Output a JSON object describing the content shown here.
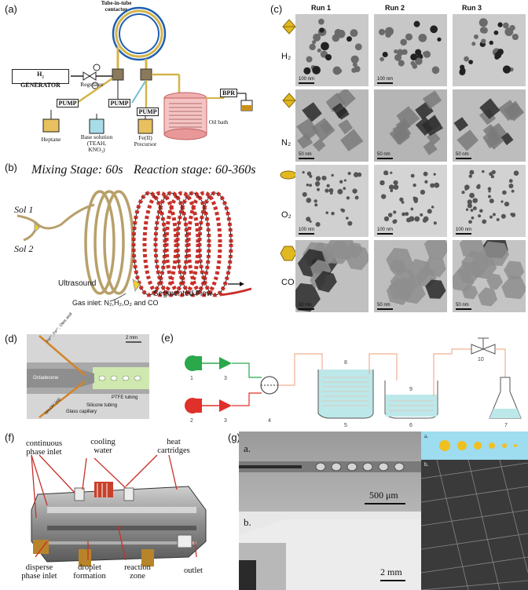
{
  "panels": {
    "a": {
      "label": "(a)",
      "contactor": "Tube-in-tube contactor",
      "generator_line1": "H",
      "generator_sub": "2",
      "generator_line2": "GENERATOR",
      "regulator": "Regulator",
      "pump1": "PUMP",
      "pump2": "PUMP",
      "pump3": "PUMP",
      "bpr": "BPR",
      "heptane": "Heptane",
      "base1": "Base solution",
      "base2": "(TEAH,",
      "base3": "KNO₃)",
      "precursor1": "Fe(II)",
      "precursor2": "Precursor",
      "oilbath": "Oil bath",
      "gauge": "P"
    },
    "b": {
      "label": "(b)",
      "mixing": "Mixing Stage: 60s",
      "reaction": "Reaction stage: 60-360s",
      "sol1": "Sol 1",
      "sol2": "Sol 2",
      "ultrasound": "Ultrasound",
      "segmented": "Segmented Flow",
      "gas_inlet": "Gas inlet: N₂,H₂,O₂ and CO"
    },
    "c": {
      "label": "(c)",
      "runs": [
        "Run 1",
        "Run 2",
        "Run 3"
      ],
      "gases": [
        "H₂",
        "N₂",
        "O₂",
        "CO"
      ],
      "scales": [
        [
          "100 nm",
          "100 nm",
          ""
        ],
        [
          "50 nm",
          "50 nm",
          "50 nm"
        ],
        [
          "100 nm",
          "100 nm",
          "100 nm"
        ],
        [
          "50 nm",
          "50 nm",
          "50 nm"
        ]
      ]
    },
    "d": {
      "label": "(d)",
      "scale": "2 mm",
      "octadecene": "Octadecene",
      "ptfe": "PTFE tubing",
      "silicone": "Silicone tubing",
      "capillary": "Glass capillary",
      "fe": "Fe²⁺, Fe³⁺, Oleic acid",
      "nh4": "NH₄OH (aq)"
    },
    "e": {
      "label": "(e)",
      "numbers": [
        "1",
        "2",
        "3",
        "3",
        "4",
        "5",
        "6",
        "7",
        "8",
        "9",
        "10"
      ]
    },
    "f": {
      "label": "(f)",
      "continuous": "continuous\nphase inlet",
      "cooling": "cooling\nwater",
      "heat": "heat\ncartridges",
      "disperse": "disperse\nphase inlet",
      "droplet": "droplet\nformation",
      "reaction": "reaction\nzone",
      "outlet": "outlet"
    },
    "g": {
      "label": "(g)",
      "sub_a": "a.",
      "sub_b": "b.",
      "scale_a": "500 μm",
      "scale_b": "2 mm",
      "inset_a": "a.",
      "inset_b": "b."
    }
  },
  "colors": {
    "tube_gold": "#d4b44a",
    "coil_tan": "#b8a06a",
    "coil_red": "#c8302a",
    "green_pump": "#2aa84a",
    "red_pump": "#e0302a",
    "water": "#bde8ea"
  }
}
